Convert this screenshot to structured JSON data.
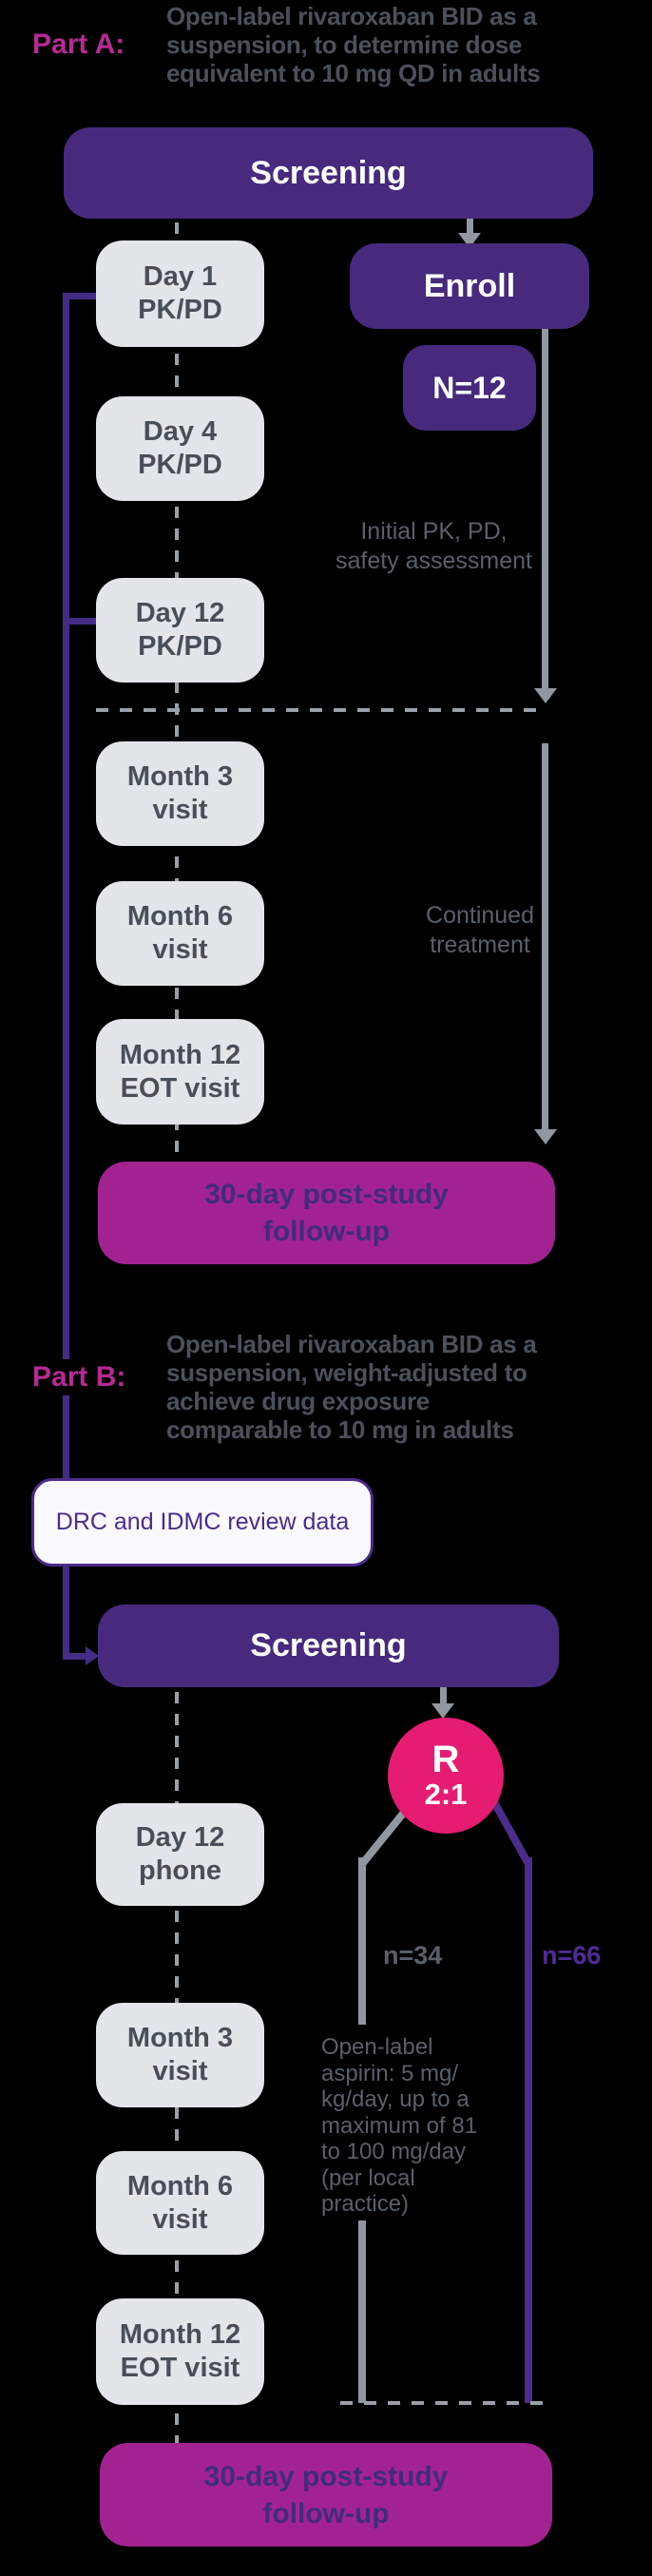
{
  "part_a": {
    "label": "Part A:",
    "heading": "Open-label rivaroxaban BID as a\nsuspension, to determine dose\nequivalent to 10 mg QD in adults",
    "screening_label": "Screening",
    "enroll_label": "Enroll",
    "n_label": "N=12",
    "timeline": [
      "Day 1\nPK/PD",
      "Day 4\nPK/PD",
      "Day 12\nPK/PD",
      "Month 3\nvisit",
      "Month 6\nvisit",
      "Month 12\nEOT visit"
    ],
    "annotation_initial": "Initial PK, PD,\nsafety assessment",
    "annotation_continued": "Continued\ntreatment",
    "followup_label": "30-day post-study\nfollow-up"
  },
  "part_b": {
    "label": "Part B:",
    "heading": "Open-label rivaroxaban BID as a\nsuspension, weight-adjusted to\nachieve drug exposure\ncomparable to 10 mg in adults",
    "drc_label": "DRC and IDMC review data",
    "screening_label": "Screening",
    "randomization_r": "R",
    "randomization_ratio": "2:1",
    "arm_left_n": "n=34",
    "arm_right_n": "n=66",
    "aspirin_note": "Open-label\naspirin: 5 mg/\nkg/day, up to a\nmaximum of 81\nto 100 mg/day\n(per local\npractice)",
    "timeline": [
      "Day 12\nphone",
      "Month 3\nvisit",
      "Month 6\nvisit",
      "Month 12\nEOT visit"
    ],
    "followup_label": "30-day post-study\nfollow-up"
  },
  "colors": {
    "background": "#000000",
    "purple_box": "#472a7d",
    "magenta_box": "#a22292",
    "magenta_box_text": "#412c7a",
    "pink_circle": "#e61c73",
    "part_label_magenta": "#b62a94",
    "heading_gray": "#4b515b",
    "gray_box_fill": "#e4e5e9",
    "gray_box_text": "#494f58",
    "annotation_gray": "#596069",
    "line_gray": "#9097a1",
    "line_purple": "#442c86",
    "branch_purple": "#4b2d8c",
    "n66_purple": "#4f2b94",
    "drc_accent": "#4b2c8a"
  }
}
